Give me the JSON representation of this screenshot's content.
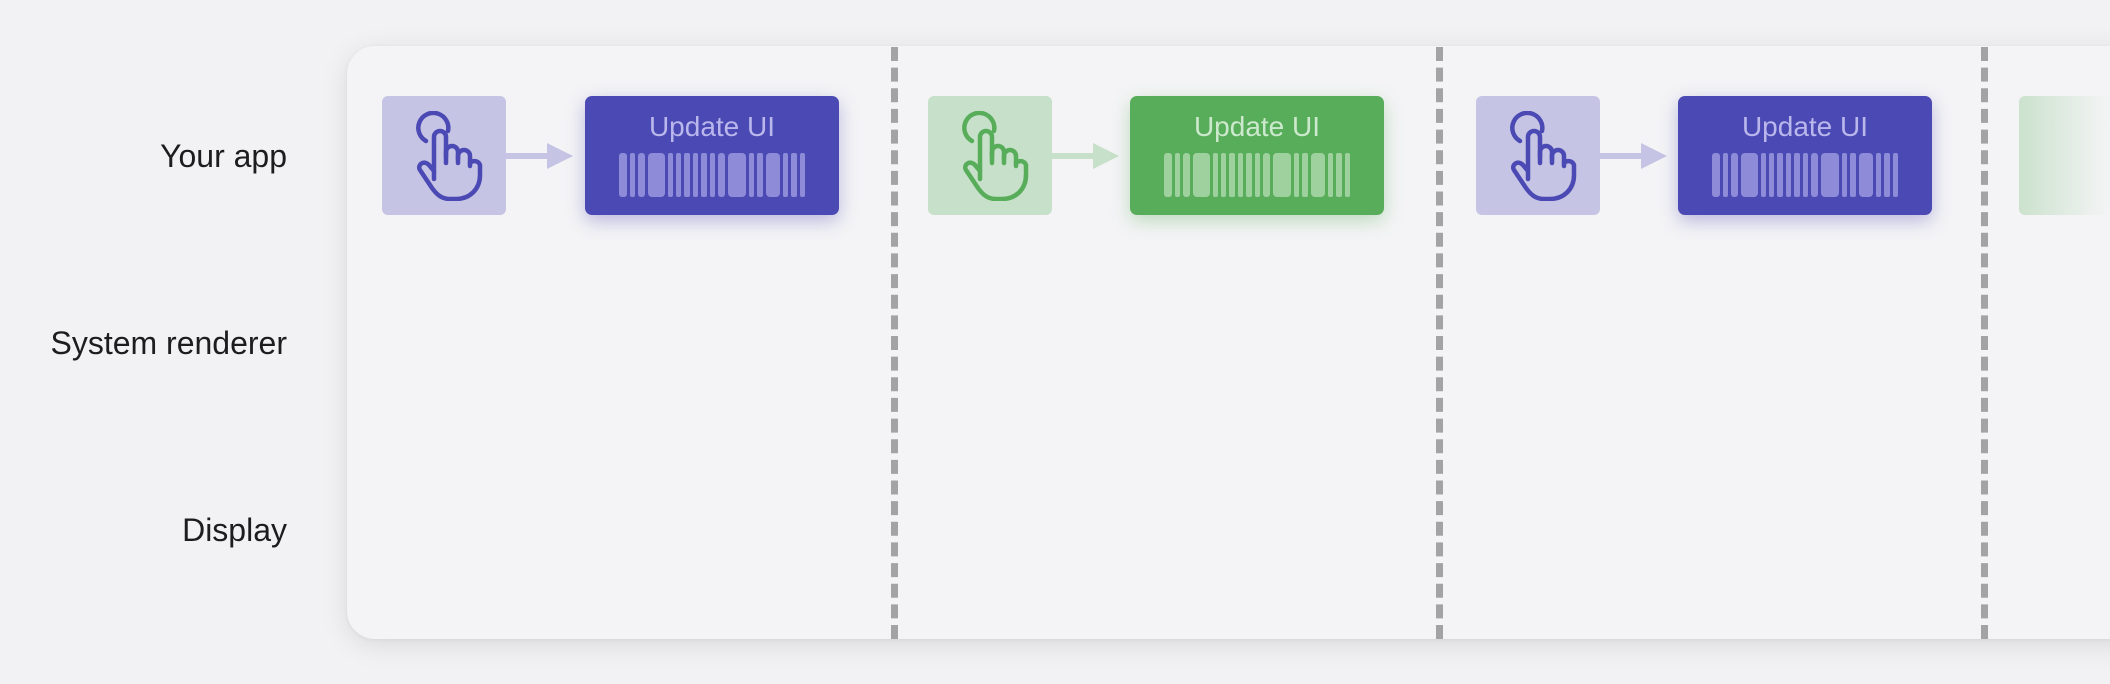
{
  "rows": {
    "your_app": "Your app",
    "system_renderer": "System renderer",
    "display": "Display"
  },
  "frames": [
    {
      "theme": "purple",
      "input_icon": "tap-hand-icon",
      "update_label": "Update UI"
    },
    {
      "theme": "green",
      "input_icon": "tap-hand-icon",
      "update_label": "Update UI"
    },
    {
      "theme": "purple",
      "input_icon": "tap-hand-icon",
      "update_label": "Update UI"
    }
  ],
  "colors": {
    "purple_accent": "#4b49b3",
    "purple_light": "#c6c4e4",
    "green_accent": "#58ad5a",
    "green_light": "#c7e0c9",
    "divider": "#a3a3a6"
  }
}
